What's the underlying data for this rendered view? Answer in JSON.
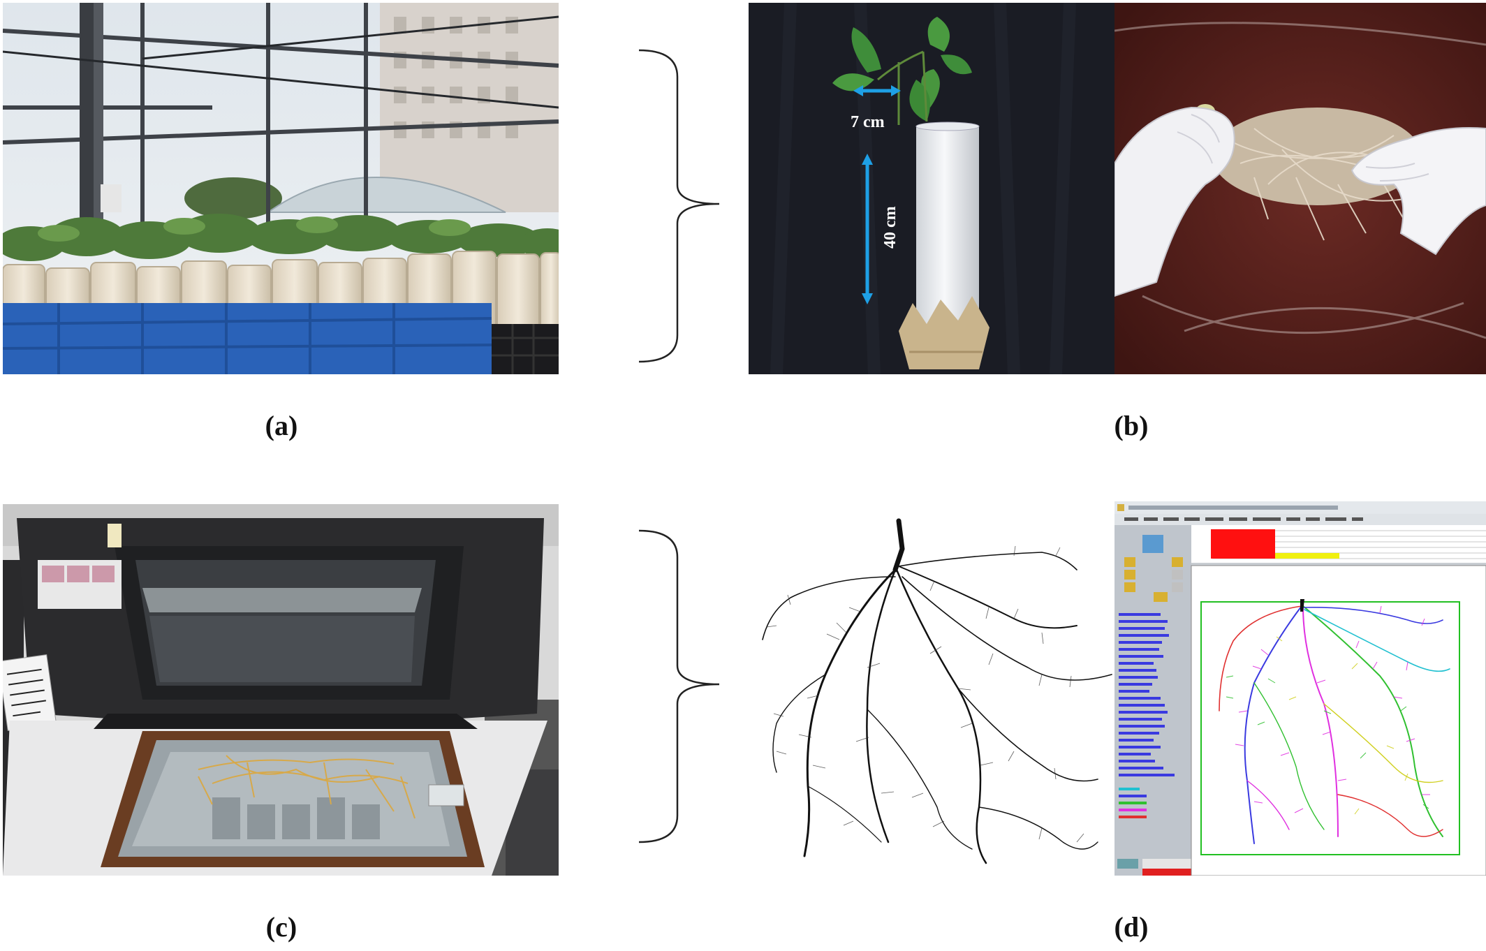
{
  "panels": {
    "a": {
      "label": "(a)"
    },
    "b": {
      "label": "(b)",
      "width_label": "7 cm",
      "height_label": "40 cm"
    },
    "c": {
      "label": "(c)"
    },
    "d": {
      "label": "(d)"
    }
  },
  "colors": {
    "arrow": "#1ea0e6",
    "crate_blue": "#2a62b8",
    "backdrop_dark": "#1a1c24",
    "water": "#5a2020"
  }
}
